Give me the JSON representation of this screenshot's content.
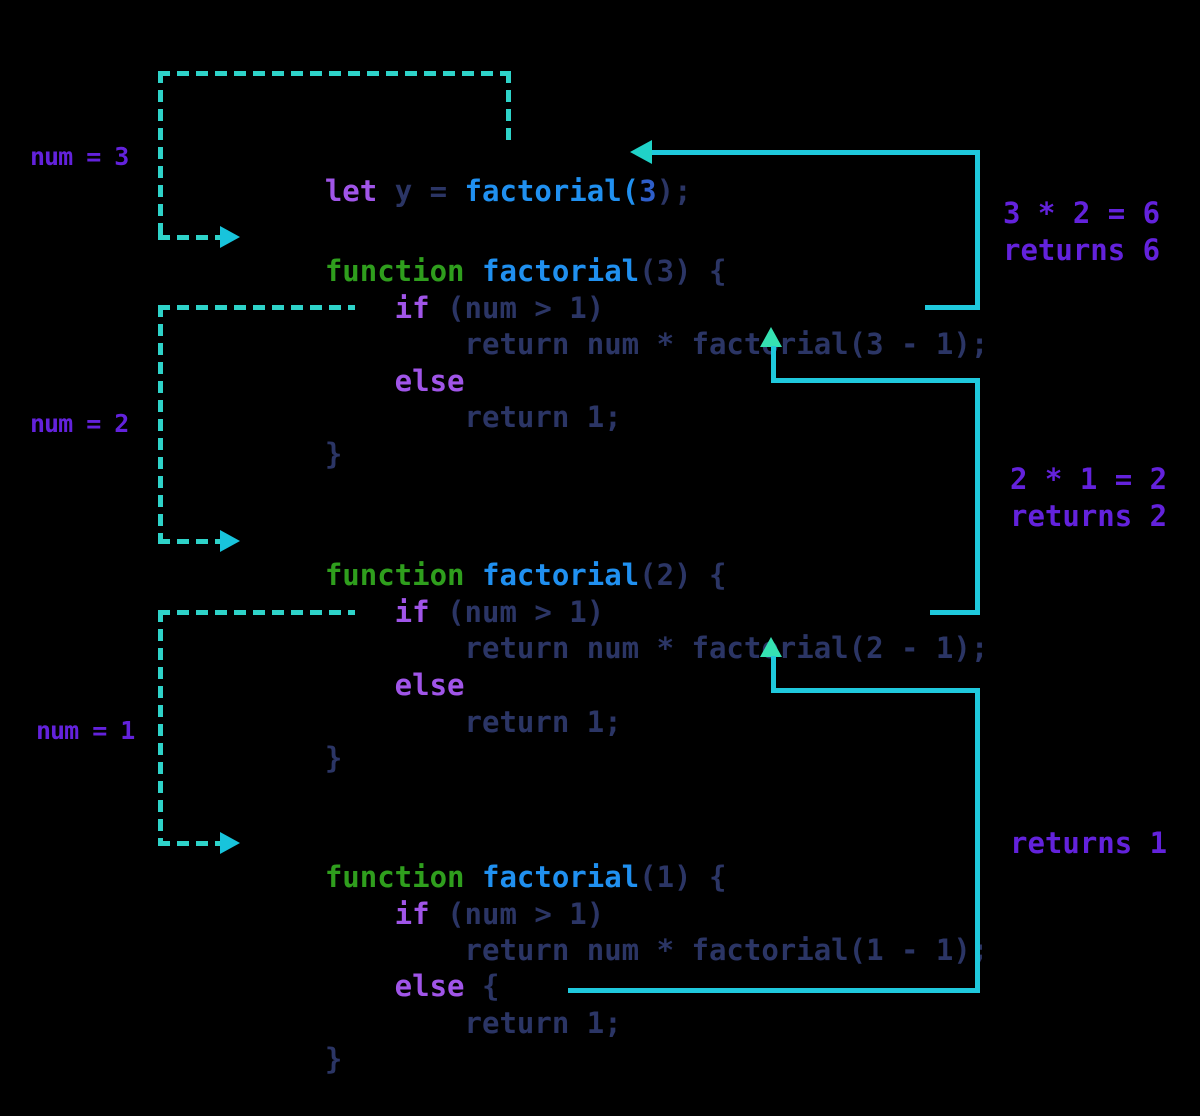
{
  "colors": {
    "background": "#000000",
    "code_default_navy": "#2b3565",
    "function_name_blue": "#2090f0",
    "call_arg_blue": "#2e5ec9",
    "keyword_purple": "#a055e8",
    "function_keyword_green": "#2f9e1d",
    "label_violet": "#6322dc",
    "dashed_line_teal": "#2ed3c9",
    "solid_line_cyan": "#1fc9dd",
    "up_arrow_mint": "#35e2b2"
  },
  "labels": [
    {
      "text": "num = 3"
    },
    {
      "text": "num = 2"
    },
    {
      "text": "num = 1"
    }
  ],
  "annotations": [
    {
      "result": "3 * 2 = 6",
      "returns": "returns 6"
    },
    {
      "result": "2 * 1 = 2",
      "returns": "returns 2"
    },
    {
      "returns": "returns 1"
    }
  ],
  "blocks": [
    {
      "lines": [
        {
          "tokens": [
            {
              "text": "let ",
              "color": "keyword-purple"
            },
            {
              "text": "y = ",
              "color": "navy"
            },
            {
              "text": "factorial(",
              "color": "blue"
            },
            {
              "text": "3",
              "color": "mid-blue"
            },
            {
              "text": ");",
              "color": "navy"
            }
          ]
        },
        {
          "tokens": [
            {
              "text": "function ",
              "color": "green"
            },
            {
              "text": "factorial",
              "color": "blue"
            },
            {
              "text": "(3) {",
              "color": "navy"
            }
          ]
        },
        {
          "tokens": [
            {
              "text": "    if",
              "color": "keyword-purple"
            },
            {
              "text": " (num > 1)",
              "color": "navy"
            }
          ]
        },
        {
          "tokens": [
            {
              "text": "        return num * factorial(3 - 1);",
              "color": "navy"
            }
          ]
        },
        {
          "tokens": [
            {
              "text": "    else",
              "color": "keyword-purple"
            }
          ]
        },
        {
          "tokens": [
            {
              "text": "        return 1;",
              "color": "navy"
            }
          ]
        },
        {
          "tokens": [
            {
              "text": "}",
              "color": "navy"
            }
          ]
        }
      ]
    },
    {
      "lines": [
        {
          "tokens": [
            {
              "text": "function ",
              "color": "green"
            },
            {
              "text": "factorial",
              "color": "blue"
            },
            {
              "text": "(2) {",
              "color": "navy"
            }
          ]
        },
        {
          "tokens": [
            {
              "text": "    if",
              "color": "keyword-purple"
            },
            {
              "text": " (num > 1)",
              "color": "navy"
            }
          ]
        },
        {
          "tokens": [
            {
              "text": "        return num * factorial(2 - 1);",
              "color": "navy"
            }
          ]
        },
        {
          "tokens": [
            {
              "text": "    else",
              "color": "keyword-purple"
            }
          ]
        },
        {
          "tokens": [
            {
              "text": "        return 1;",
              "color": "navy"
            }
          ]
        },
        {
          "tokens": [
            {
              "text": "}",
              "color": "navy"
            }
          ]
        }
      ]
    },
    {
      "lines": [
        {
          "tokens": [
            {
              "text": "function ",
              "color": "green"
            },
            {
              "text": "factorial",
              "color": "blue"
            },
            {
              "text": "(1) {",
              "color": "navy"
            }
          ]
        },
        {
          "tokens": [
            {
              "text": "    if",
              "color": "keyword-purple"
            },
            {
              "text": " (num > 1)",
              "color": "navy"
            }
          ]
        },
        {
          "tokens": [
            {
              "text": "        return num * factorial(1 - 1);",
              "color": "navy"
            }
          ]
        },
        {
          "tokens": [
            {
              "text": "    else",
              "color": "keyword-purple"
            },
            {
              "text": " {",
              "color": "navy"
            }
          ]
        },
        {
          "tokens": [
            {
              "text": "        return 1;",
              "color": "navy"
            }
          ]
        },
        {
          "tokens": [
            {
              "text": "}",
              "color": "navy"
            }
          ]
        }
      ]
    }
  ]
}
